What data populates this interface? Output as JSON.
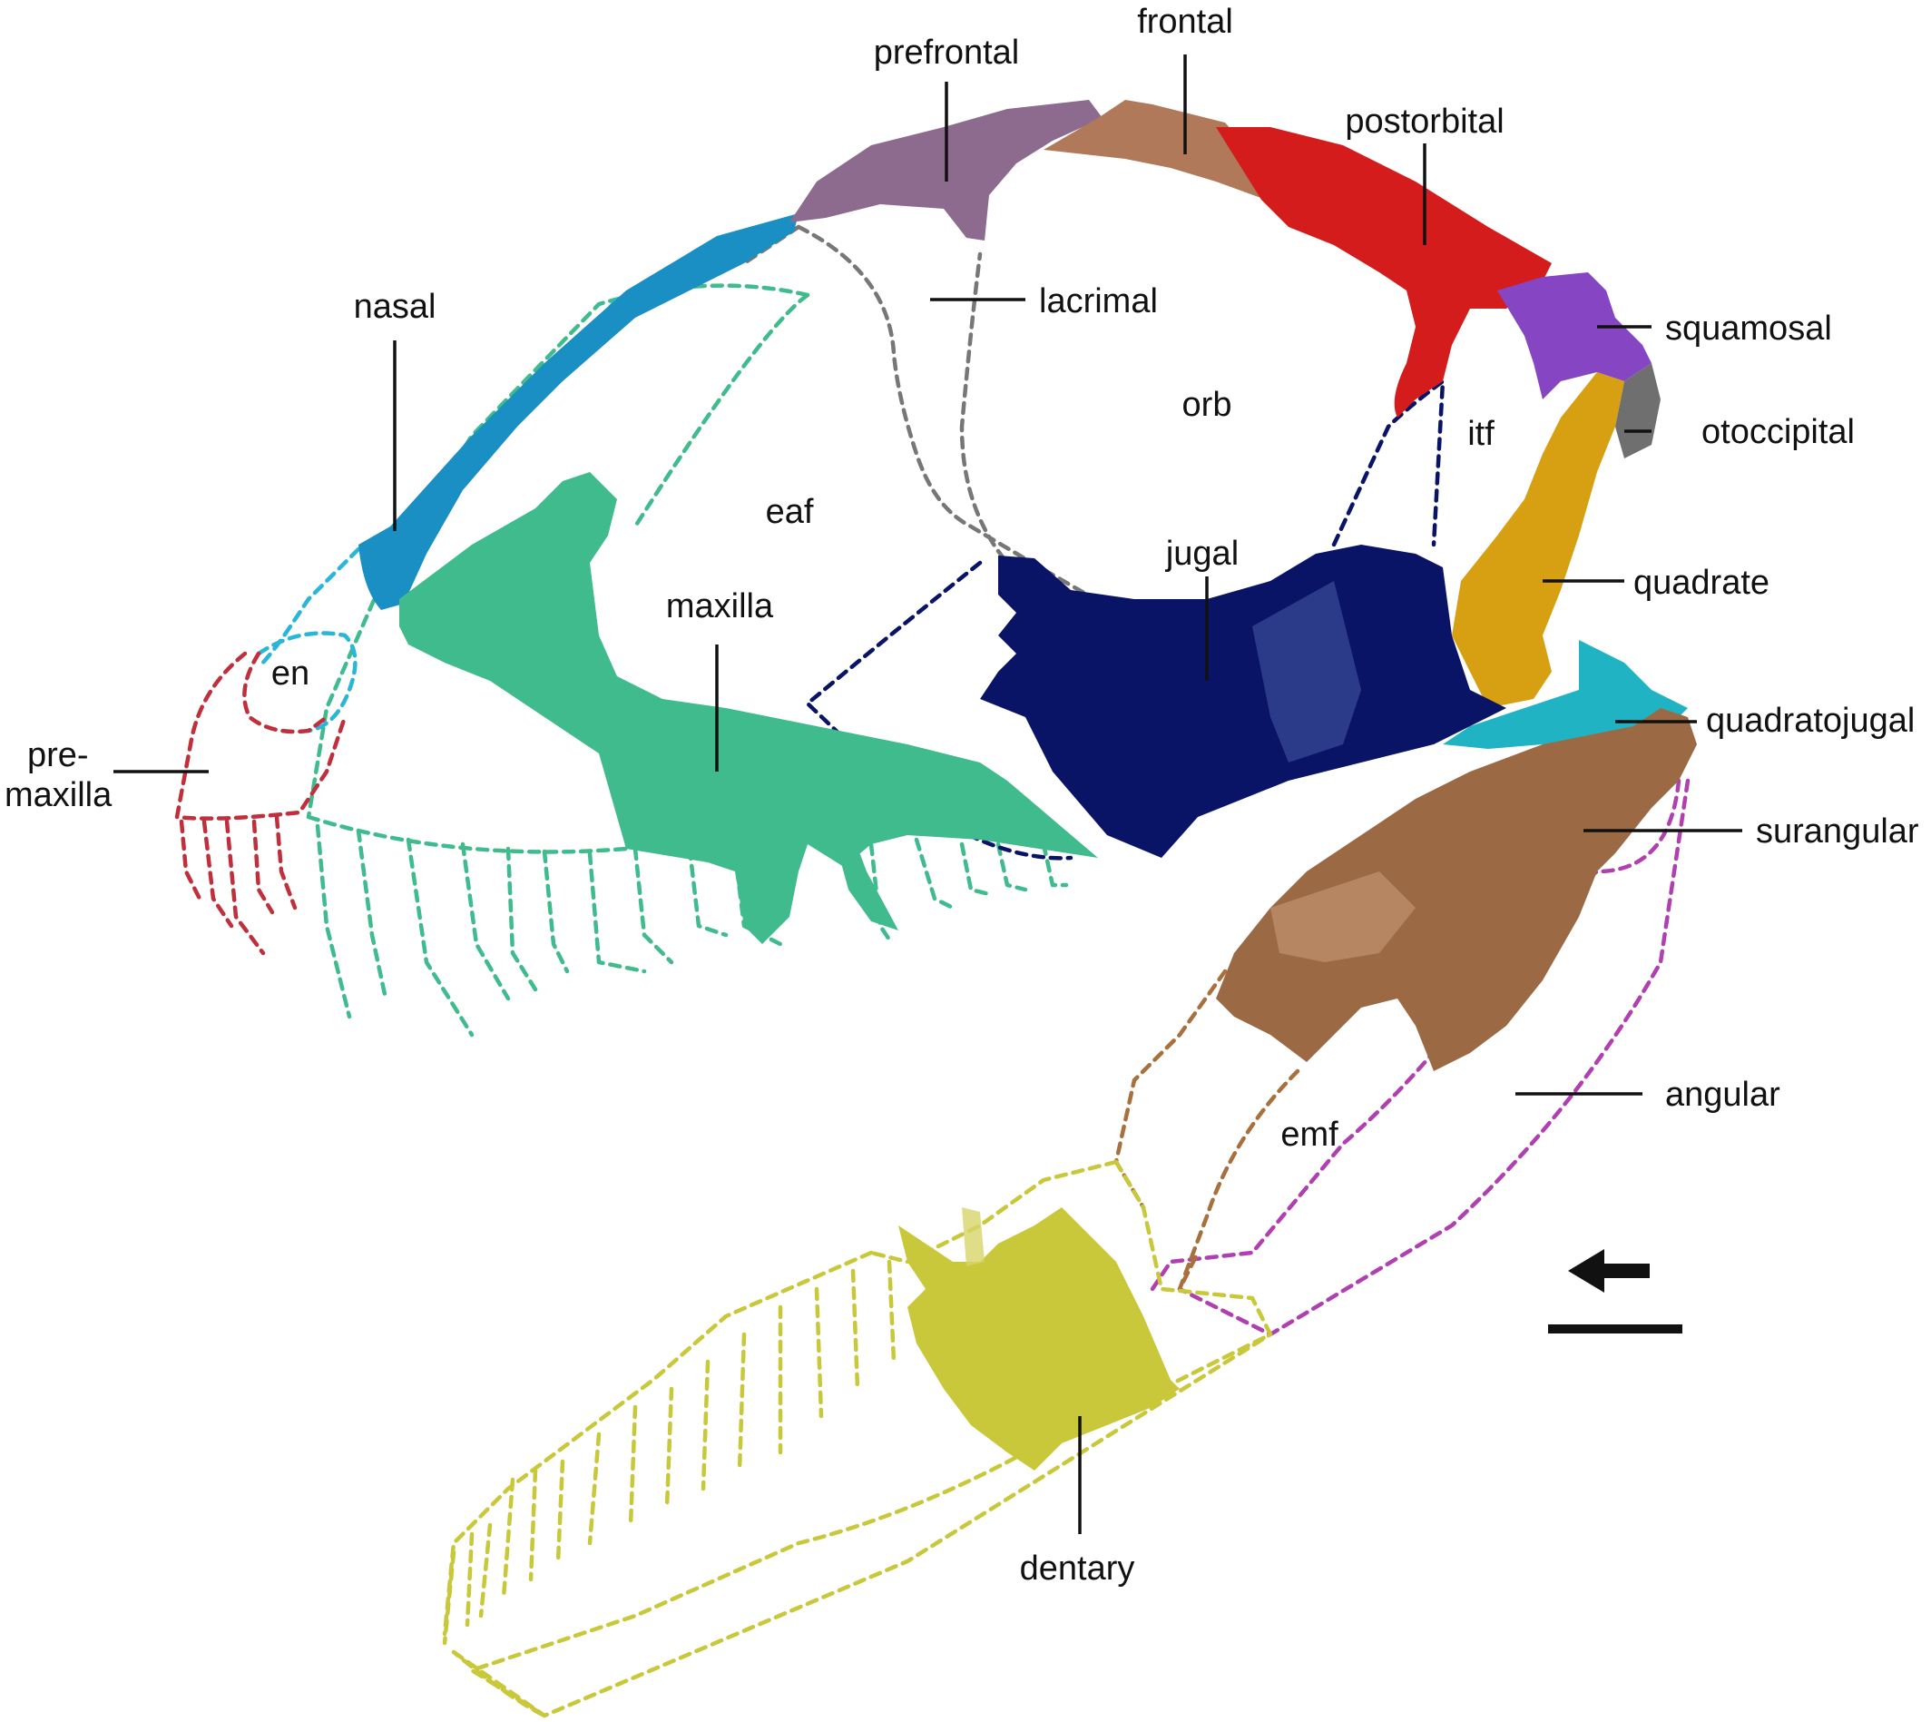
{
  "labels": {
    "frontal": "frontal",
    "prefrontal": "prefrontal",
    "postorbital": "postorbital",
    "nasal": "nasal",
    "lacrimal": "lacrimal",
    "squamosal": "squamosal",
    "orb": "orb",
    "otoccipital": "otoccipital",
    "itf": "itf",
    "eaf": "eaf",
    "jugal": "jugal",
    "quadrate": "quadrate",
    "maxilla": "maxilla",
    "en": "en",
    "premaxilla_1": "pre-",
    "premaxilla_2": "maxilla",
    "quadratojugal": "quadratojugal",
    "surangular": "surangular",
    "angular": "angular",
    "emf": "emf",
    "dentary": "dentary"
  },
  "colors": {
    "nasal": "#1a8fc4",
    "prefrontal": "#8d6b8f",
    "frontal": "#b07a5a",
    "postorbital": "#d51c1c",
    "squamosal": "#8646c4",
    "otoccipital": "#6f6f6f",
    "quadrate": "#d79f12",
    "quadratojugal": "#1fb3c4",
    "jugal": "#0a1466",
    "maxilla": "#3fbb8e",
    "surangular": "#9b6a45",
    "dentary": "#c8c83a",
    "premaxilla_outline": "#c0303c",
    "en_outline": "#2bb5d6",
    "lacrimal_outline": "#777777",
    "angular_outline": "#b040b0",
    "emf_outline": "#a8703c"
  }
}
